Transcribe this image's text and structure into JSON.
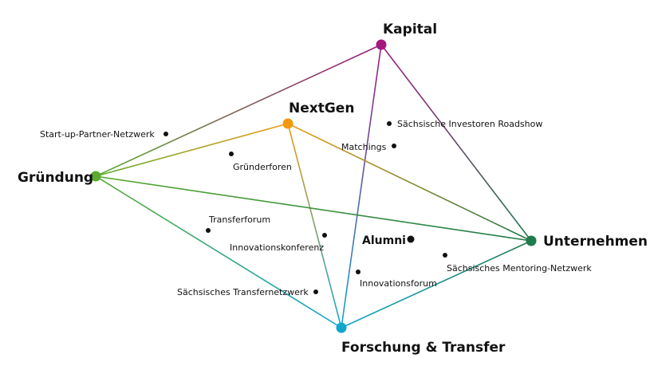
{
  "nodes": {
    "kapital": {
      "label": "Kapital",
      "color": "#a3197e"
    },
    "nextgen": {
      "label": "NextGen",
      "color": "#ef9a0f"
    },
    "gruendung": {
      "label": "Gründung",
      "color": "#5aab2f"
    },
    "unternehmen": {
      "label": "Unternehmen",
      "color": "#1f7a4d"
    },
    "forschung": {
      "label": "Forschung & Transfer",
      "color": "#12a6cf"
    }
  },
  "items": {
    "startup_partner": "Start-up-Partner-Netzwerk",
    "investoren_roadshow": "Sächsische Investoren Roadshow",
    "matchings": "Matchings",
    "gruenderforen": "Gründerforen",
    "transferforum": "Transferforum",
    "innovationskonferenz": "Innovationskonferenz",
    "alumni": "Alumni",
    "mentoring": "Sächsisches Mentoring-Netzwerk",
    "innovationsforum": "Innovationsforum",
    "transfernetzwerk": "Sächsisches Transfernetzwerk"
  }
}
